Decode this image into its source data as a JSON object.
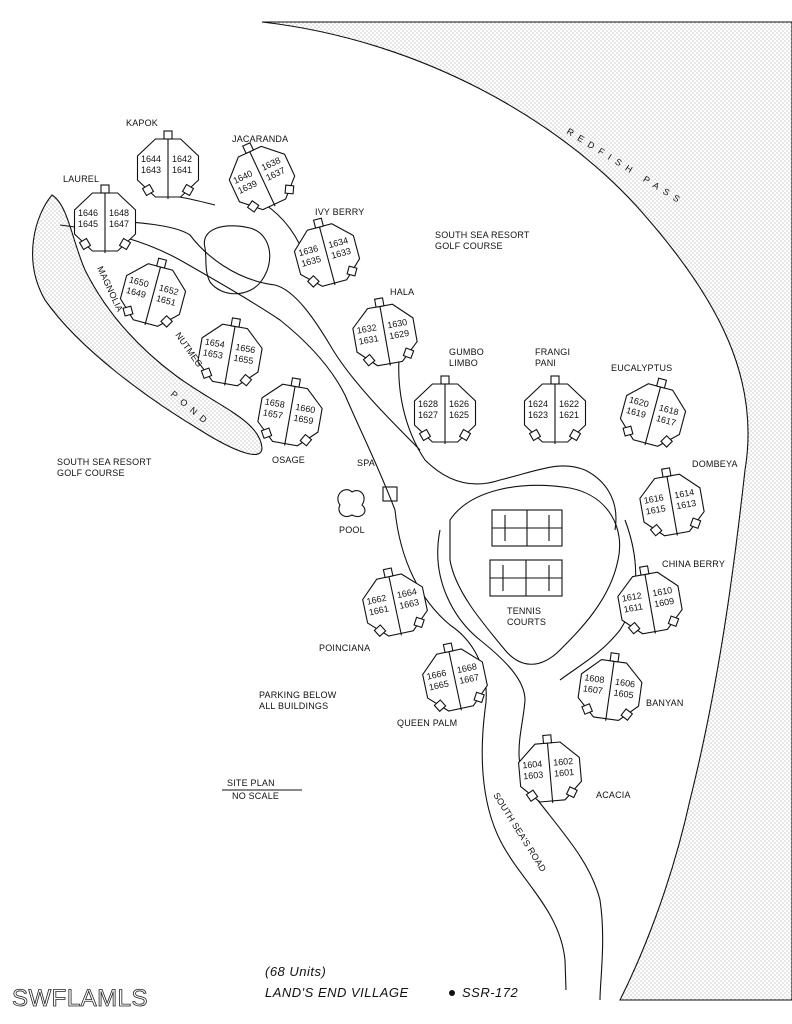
{
  "title": "LAND'S END VILLAGE",
  "title_suffix": "SSR-172",
  "subtitle": "(68 Units)",
  "site_plan_label": "SITE PLAN",
  "scale_label": "NO SCALE",
  "watermark": "SWFLAMLS",
  "labels": {
    "redfish_pass": "REDFISH PASS",
    "golf_course_north": [
      "SOUTH SEA RESORT",
      "GOLF COURSE"
    ],
    "golf_course_west": [
      "SOUTH SEA RESORT",
      "GOLF COURSE"
    ],
    "pond": "POND",
    "magnolia": "MAGNOLIA",
    "nutmeg": "NUTMEG",
    "spa": "SPA",
    "pool": "POOL",
    "tennis": [
      "TENNIS",
      "COURTS"
    ],
    "parking": [
      "PARKING BELOW",
      "ALL BUILDINGS"
    ],
    "road": "SOUTH SEA'S ROAD"
  },
  "buildings": [
    {
      "name": "KAPOK",
      "units": [
        [
          "1644",
          "1643"
        ],
        [
          "1642",
          "1641"
        ]
      ]
    },
    {
      "name": "JACARANDA",
      "units": [
        [
          "1640",
          "1639"
        ],
        [
          "1638",
          "1637"
        ]
      ]
    },
    {
      "name": "LAUREL",
      "units": [
        [
          "1646",
          "1645"
        ],
        [
          "1648",
          "1647"
        ]
      ]
    },
    {
      "name": "IVY BERRY",
      "units": [
        [
          "1636",
          "1635"
        ],
        [
          "1634",
          "1633"
        ]
      ]
    },
    {
      "name": "",
      "units": [
        [
          "1650",
          "1649"
        ],
        [
          "1652",
          "1651"
        ]
      ]
    },
    {
      "name": "",
      "units": [
        [
          "1654",
          "1653"
        ],
        [
          "1656",
          "1655"
        ]
      ]
    },
    {
      "name": "HALA",
      "units": [
        [
          "1632",
          "1631"
        ],
        [
          "1630",
          "1629"
        ]
      ]
    },
    {
      "name": "OSAGE",
      "units": [
        [
          "1658",
          "1657"
        ],
        [
          "1660",
          "1659"
        ]
      ]
    },
    {
      "name": "GUMBO LIMBO",
      "units": [
        [
          "1628",
          "1627"
        ],
        [
          "1626",
          "1625"
        ]
      ]
    },
    {
      "name": "FRANGI PANI",
      "units": [
        [
          "1624",
          "1623"
        ],
        [
          "1622",
          "1621"
        ]
      ]
    },
    {
      "name": "EUCALYPTUS",
      "units": [
        [
          "1620",
          "1619"
        ],
        [
          "1618",
          "1617"
        ]
      ]
    },
    {
      "name": "DOMBEYA",
      "units": [
        [
          "1616",
          "1615"
        ],
        [
          "1614",
          "1613"
        ]
      ]
    },
    {
      "name": "CHINA BERRY",
      "units": [
        [
          "1612",
          "1611"
        ],
        [
          "1610",
          "1609"
        ]
      ]
    },
    {
      "name": "POINCIANA",
      "units": [
        [
          "1662",
          "1661"
        ],
        [
          "1664",
          "1663"
        ]
      ]
    },
    {
      "name": "QUEEN PALM",
      "units": [
        [
          "1666",
          "1665"
        ],
        [
          "1668",
          "1667"
        ]
      ]
    },
    {
      "name": "BANYAN",
      "units": [
        [
          "1608",
          "1607"
        ],
        [
          "1606",
          "1605"
        ]
      ]
    },
    {
      "name": "ACACIA",
      "units": [
        [
          "1604",
          "1603"
        ],
        [
          "1602",
          "1601"
        ]
      ]
    }
  ]
}
